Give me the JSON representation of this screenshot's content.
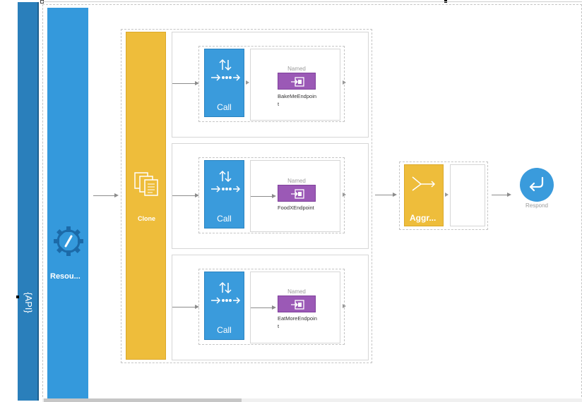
{
  "api_bar": {
    "label": "{API}"
  },
  "resource": {
    "label": "Resou..."
  },
  "clone": {
    "label": "Clone"
  },
  "branches": [
    {
      "call_label": "Call",
      "endpoint_type": "Named",
      "endpoint_name": "BakeMeEndpoint"
    },
    {
      "call_label": "Call",
      "endpoint_type": "Named",
      "endpoint_name": "FoodXEndpoint"
    },
    {
      "call_label": "Call",
      "endpoint_type": "Named",
      "endpoint_name": "EatMoreEndpoint"
    }
  ],
  "aggregate": {
    "label": "Aggr..."
  },
  "respond": {
    "label": "Respond"
  },
  "icons": {
    "resource": "gear-pencil-icon",
    "clone": "copy-documents-icon",
    "call": "arrows-exchange-icon",
    "endpoint": "endpoint-box-icon",
    "aggregate": "merge-arrow-icon",
    "respond": "return-arrow-icon"
  },
  "colors": {
    "api_bar": "#2a7fbb",
    "resource": "#3499dc",
    "clone": "#eebd3b",
    "call": "#3a9bdc",
    "endpoint": "#9b59b6",
    "aggregate": "#eebd3b",
    "respond": "#3a9bdc"
  }
}
